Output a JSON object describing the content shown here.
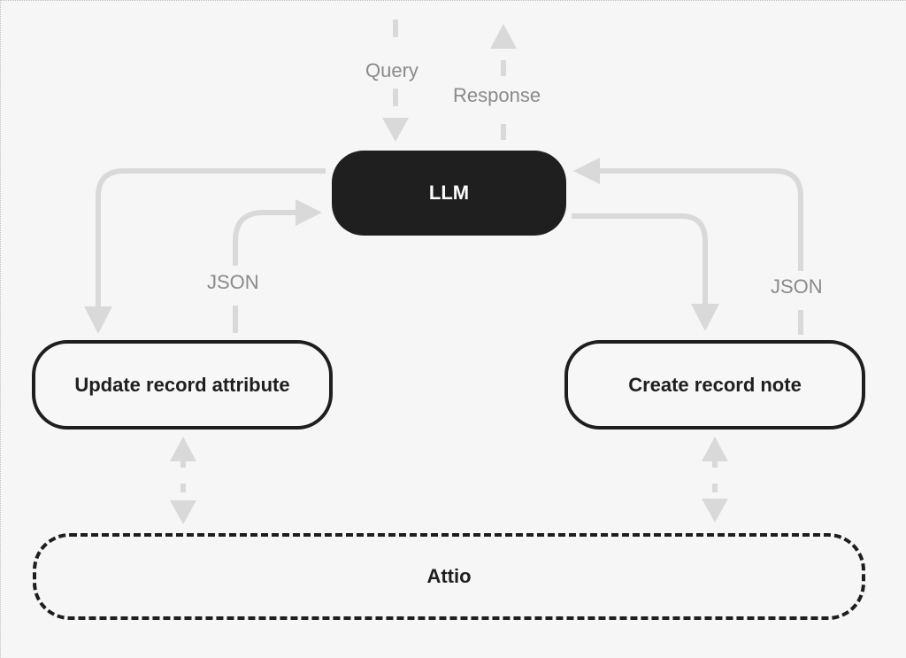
{
  "nodes": {
    "llm": "LLM",
    "update_record_attribute": "Update record attribute",
    "create_record_note": "Create record note",
    "attio": "Attio"
  },
  "edge_labels": {
    "query": "Query",
    "response": "Response",
    "json_left": "JSON",
    "json_right": "JSON"
  },
  "colors": {
    "background": "#f6f6f6",
    "llm_fill": "#1f1f1f",
    "node_border": "#1e1e1e",
    "connector": "#d9d9d9",
    "label_text": "#8a8a8a"
  }
}
